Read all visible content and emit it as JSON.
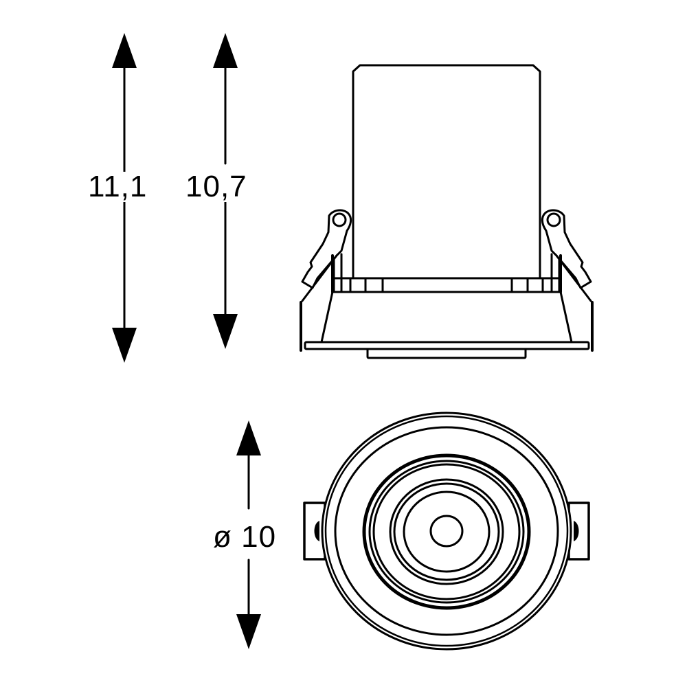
{
  "drawing": {
    "type": "technical-dimension-drawing",
    "subject": "recessed tiltable downlight",
    "line_color": "#000000",
    "background_color": "#ffffff",
    "views": [
      {
        "id": "side-view",
        "description": "side elevation with spring clips"
      },
      {
        "id": "bottom-view",
        "description": "plan view from below with concentric rings and side tabs"
      }
    ]
  },
  "dimensions": {
    "total_height": {
      "label": "11,1",
      "value": 11.1,
      "orientation": "vertical"
    },
    "housing_height": {
      "label": "10,7",
      "value": 10.7,
      "orientation": "vertical"
    },
    "diameter": {
      "label": "ø 10",
      "value": 10,
      "orientation": "vertical",
      "symbol": "ø"
    }
  }
}
